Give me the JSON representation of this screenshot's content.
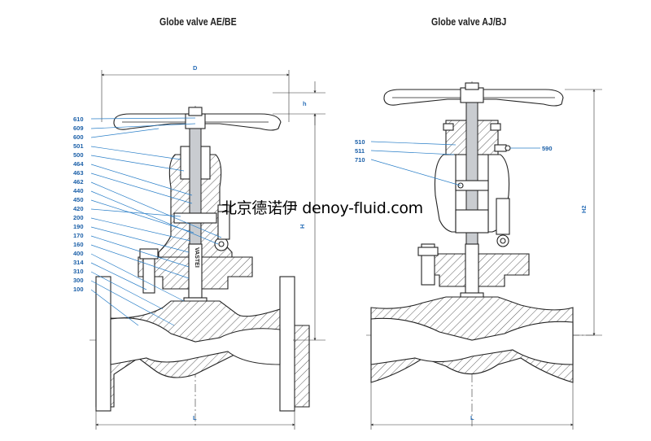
{
  "titles": {
    "left": "Globe valve AE/BE",
    "right": "Globe valve AJ/BJ"
  },
  "watermark": "北京德诺伊 denoy-fluid.com",
  "left_callouts": [
    "610",
    "609",
    "600",
    "501",
    "500",
    "464",
    "463",
    "462",
    "440",
    "450",
    "420",
    "200",
    "190",
    "170",
    "160",
    "400",
    "314",
    "310",
    "300",
    "100"
  ],
  "right_callouts": [
    "510",
    "511",
    "710"
  ],
  "right_callout_extra": "590",
  "dimensions": {
    "D": "D",
    "h": "h",
    "H": "H",
    "H2": "H2",
    "L_left": "L",
    "L_right": "L"
  },
  "stem_marking": "VASTEI",
  "colors": {
    "callout": "#1a5fa8",
    "leader": "#2a7fc8",
    "line": "#222222"
  }
}
